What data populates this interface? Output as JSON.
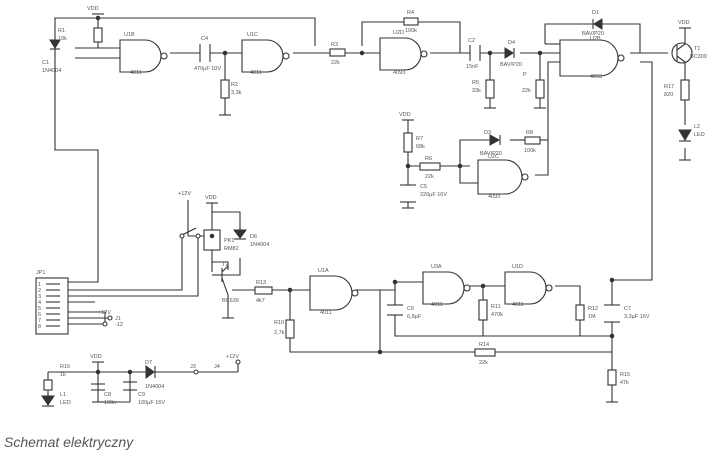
{
  "caption": "Schemat elektryczny",
  "supply": {
    "vdd": "VDD",
    "plus12": "+12V",
    "minus": "-12",
    "j1": "J1",
    "j2": "J2",
    "j3": "J3",
    "j4": "J4"
  },
  "gates": {
    "u1b": {
      "ref": "U1B",
      "type": "4011"
    },
    "u1c": {
      "ref": "U1C",
      "type": "4011"
    },
    "u2d": {
      "ref": "U2D",
      "type": "4093"
    },
    "u2b": {
      "ref": "U2B",
      "type": "4093"
    },
    "u2c": {
      "ref": "U2C",
      "type": "4093"
    },
    "u1a": {
      "ref": "U1A",
      "type": "4011"
    },
    "u3a": {
      "ref": "U3A",
      "type": "4011"
    },
    "u1d": {
      "ref": "U1D",
      "type": "4011"
    }
  },
  "parts": {
    "r1": {
      "ref": "R1",
      "value": "10k"
    },
    "c1": {
      "ref": "C1",
      "value": "1N4004"
    },
    "c4": {
      "ref": "C4",
      "value": "470µF 10V"
    },
    "r2": {
      "ref": "R2",
      "value": "3,3k"
    },
    "r3": {
      "ref": "R3",
      "value": "22k"
    },
    "r4": {
      "ref": "R4",
      "value": "100k"
    },
    "c2": {
      "ref": "C2",
      "value": "15nF"
    },
    "d4": {
      "ref": "D4",
      "value": "BAV/P20"
    },
    "r5": {
      "ref": "R5",
      "value": "33k"
    },
    "p": {
      "ref": "P",
      "value": "22k"
    },
    "d1": {
      "ref": "D1",
      "value": "BAV/P20"
    },
    "t1": {
      "ref": "T1",
      "value": "BC309"
    },
    "r17": {
      "ref": "R17",
      "value": "820"
    },
    "l2": {
      "ref": "L2",
      "value": "LED"
    },
    "r7": {
      "ref": "R7",
      "value": "68k"
    },
    "d3": {
      "ref": "D3",
      "value": "BAV/P20"
    },
    "r8": {
      "ref": "R8",
      "value": "100k"
    },
    "r6": {
      "ref": "R6",
      "value": "22k"
    },
    "c5": {
      "ref": "C5",
      "value": "220µF 16V"
    },
    "pk1": {
      "ref": "PK1",
      "value": "RM82"
    },
    "d6": {
      "ref": "D6",
      "value": "1N4004"
    },
    "t2": {
      "ref": "T2",
      "value": "BC639"
    },
    "r13": {
      "ref": "R13",
      "value": "4k7"
    },
    "r10": {
      "ref": "R10",
      "value": "2,7k"
    },
    "c6": {
      "ref": "C6",
      "value": "6,8µF"
    },
    "r11": {
      "ref": "R11",
      "value": "470k"
    },
    "r12": {
      "ref": "R12",
      "value": "1M"
    },
    "c7": {
      "ref": "C7",
      "value": "3,3µF 16V"
    },
    "r14": {
      "ref": "R14",
      "value": "22k"
    },
    "r15": {
      "ref": "R15",
      "value": "47k"
    },
    "r16": {
      "ref": "R16",
      "value": "1k"
    },
    "l1": {
      "ref": "L1",
      "value": "LED"
    },
    "c8": {
      "ref": "C8",
      "value": "100n"
    },
    "c9": {
      "ref": "C9",
      "value": "100µF 16V"
    },
    "d7": {
      "ref": "D7",
      "value": "1N4004"
    }
  },
  "connector": {
    "ref": "JP1",
    "pins": [
      "1",
      "2",
      "3",
      "4",
      "5",
      "6",
      "7",
      "8"
    ]
  }
}
